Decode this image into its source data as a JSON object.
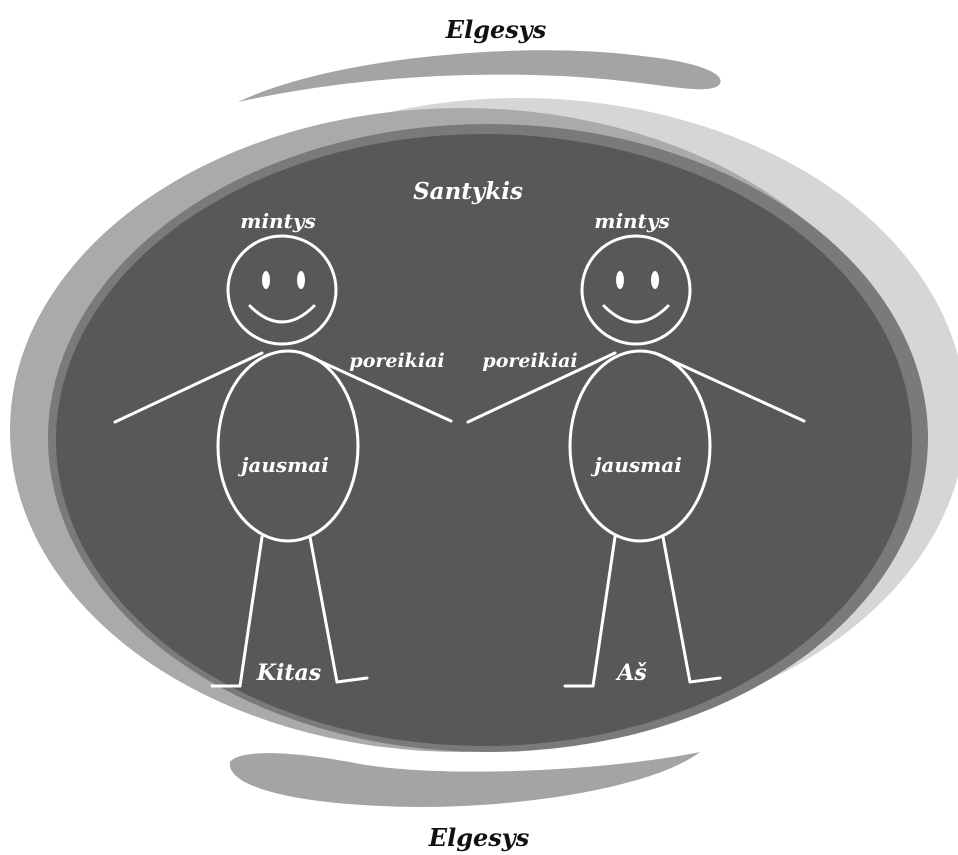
{
  "title_top": "Elgesys",
  "title_bottom": "Elgesys",
  "center_label": "Santykis",
  "left_figure": {
    "name": "Kitas",
    "thoughts": "mintys",
    "needs": "poreikiai",
    "feelings": "jausmai"
  },
  "right_figure": {
    "name": "Aš",
    "thoughts": "mintys",
    "needs": "poreikiai",
    "feelings": "jausmai"
  },
  "colors": {
    "inner_ellipse": "#58585b",
    "ring_mid": "#7a7a7d",
    "ring_light": "#d4d6d8",
    "ring_gray": "#a9aaac",
    "swoosh": "#a3a4a6",
    "figure_stroke": "#ffffff"
  }
}
